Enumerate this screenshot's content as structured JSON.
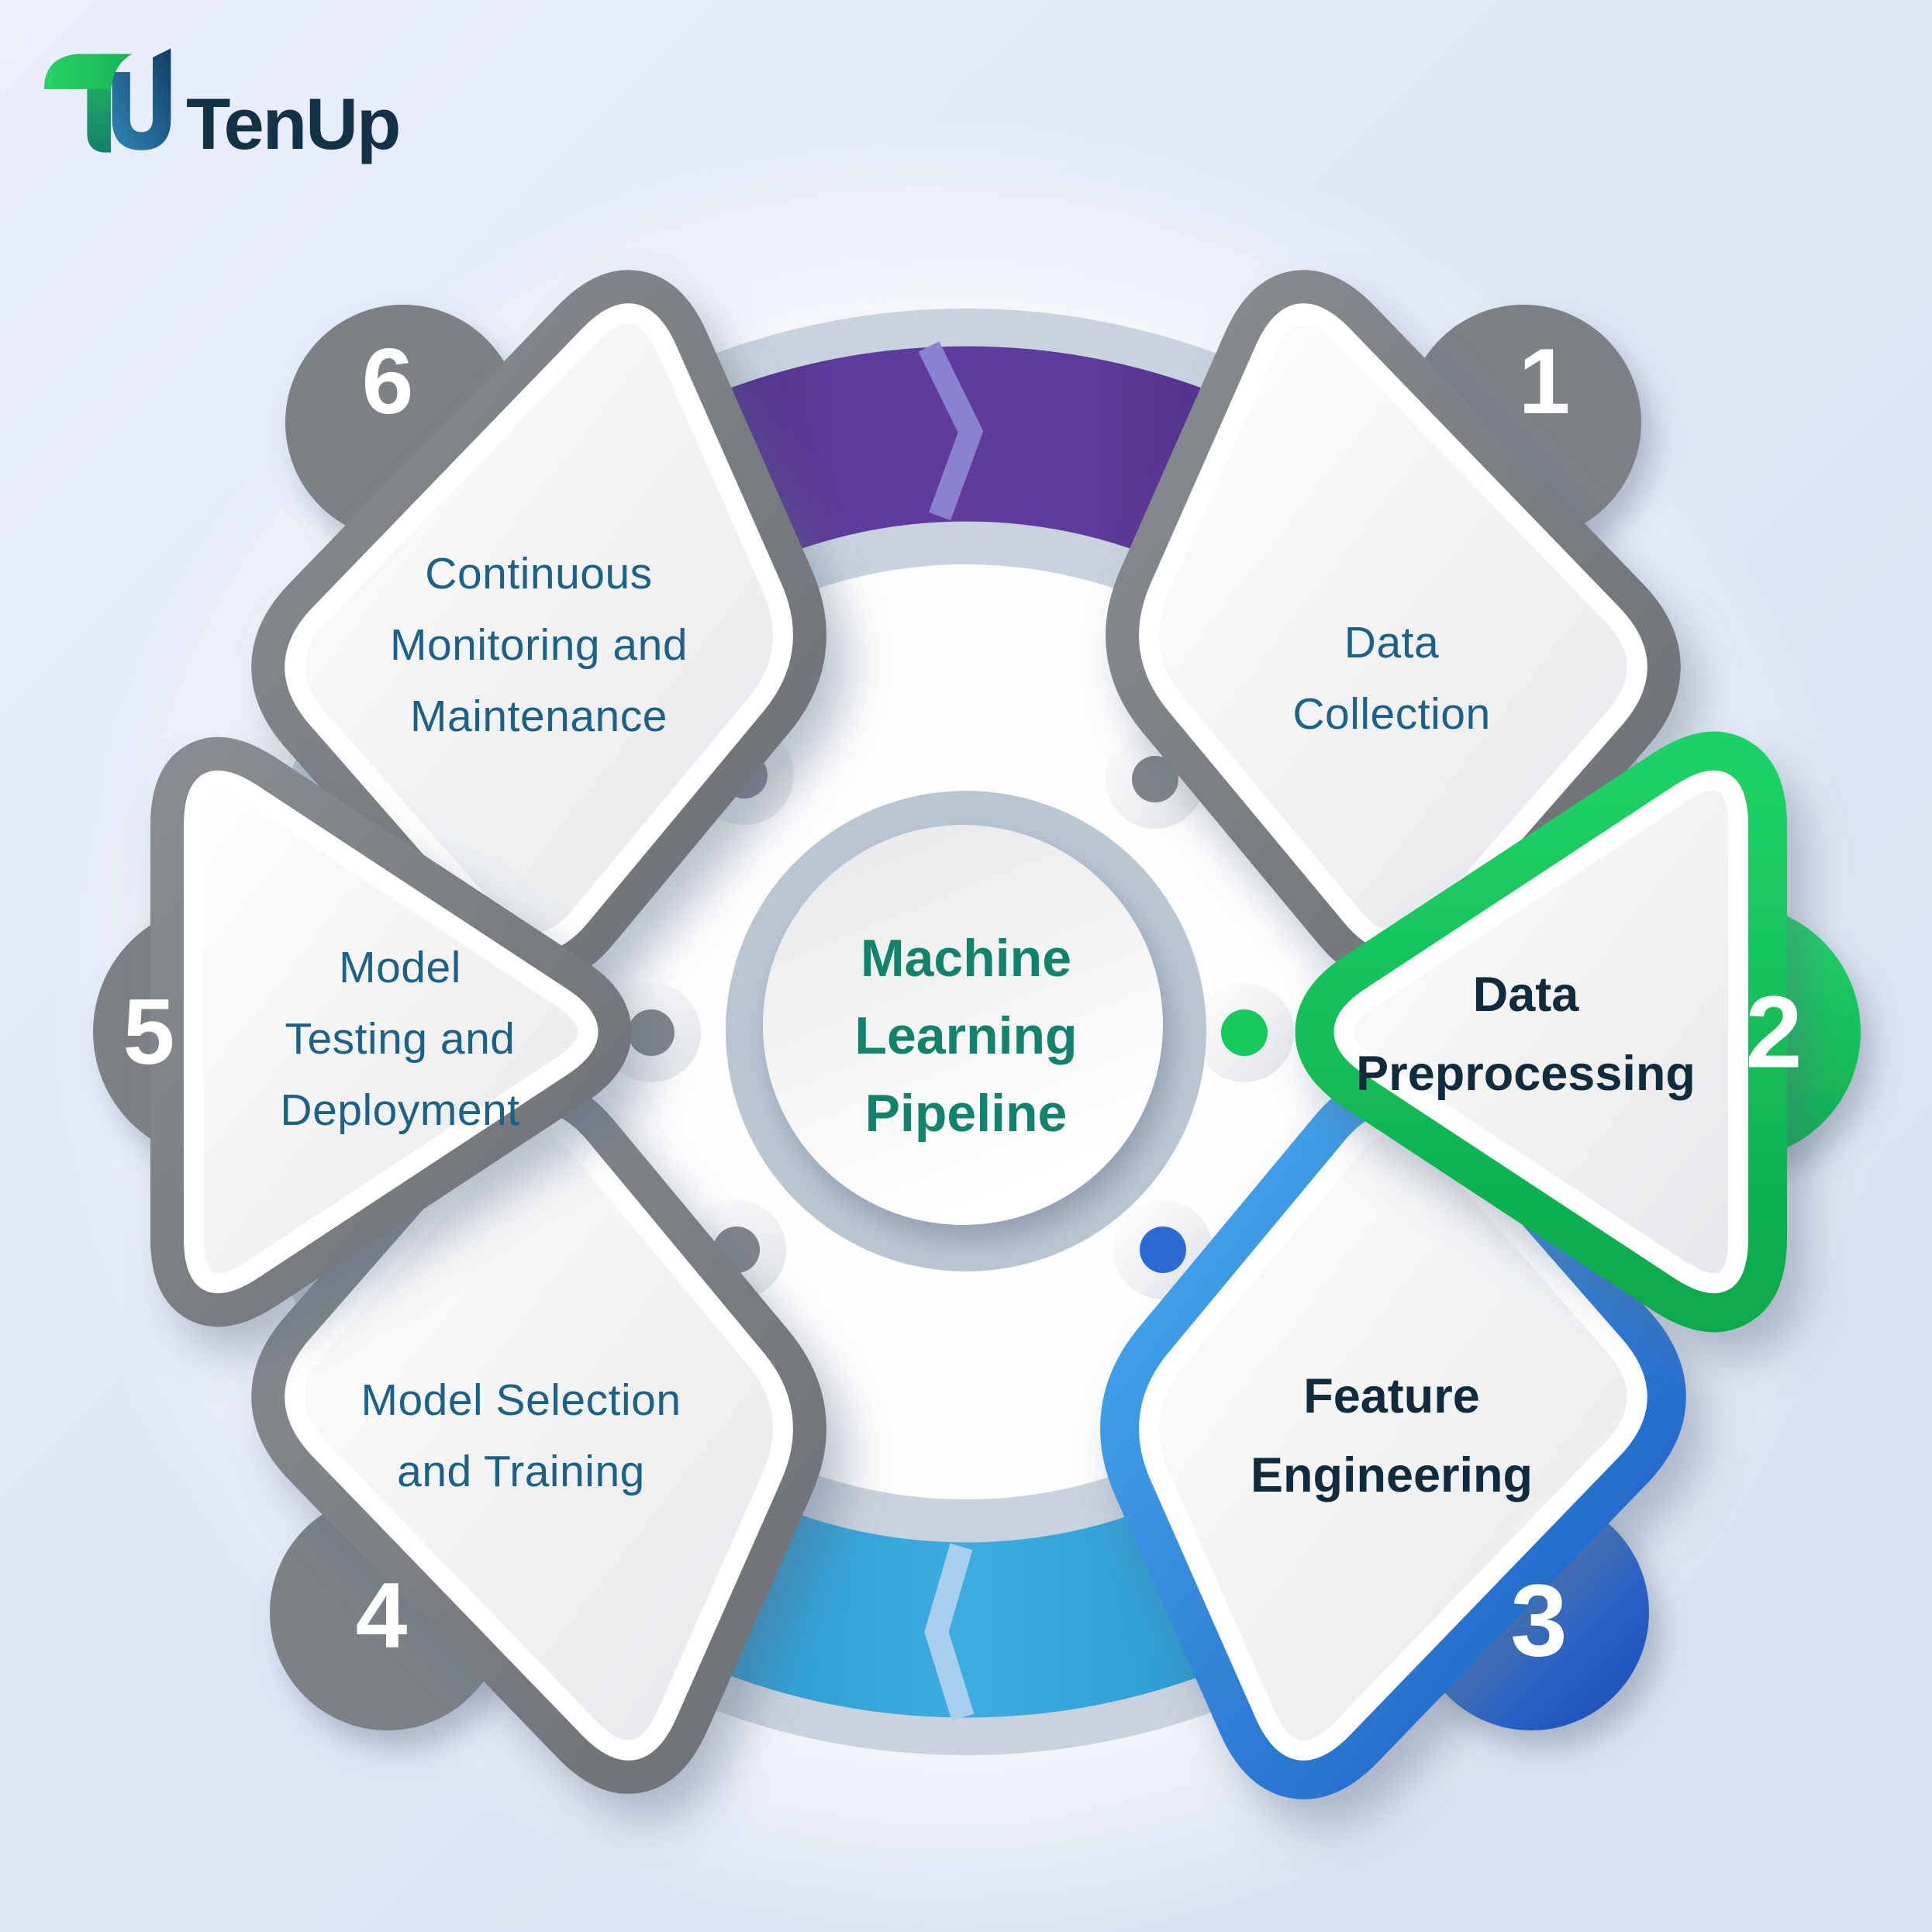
{
  "meta": {
    "type": "infographic",
    "subject": "Machine Learning Pipeline"
  },
  "logo": {
    "brand": "TenUp",
    "mark": "tenup-monogram-icon"
  },
  "center": {
    "title": "Machine\nLearning\nPipeline",
    "text_color": "#13826b"
  },
  "nodes": [
    {
      "number": "1",
      "label": "Data\nCollection",
      "accent": "#7c8185",
      "highlighted": false
    },
    {
      "number": "2",
      "label": "Data\nPreprocessing",
      "accent": "#12c95c",
      "highlighted": true
    },
    {
      "number": "3",
      "label": "Feature\nEngineering",
      "accent": "#2e72d2",
      "highlighted": true
    },
    {
      "number": "4",
      "label": "Model Selection\nand Training",
      "accent": "#7c8185",
      "highlighted": false
    },
    {
      "number": "5",
      "label": "Model\nTesting and\nDeployment",
      "accent": "#7c8185",
      "highlighted": false
    },
    {
      "number": "6",
      "label": "Continuous\nMonitoring and\nMaintenance",
      "accent": "#7c8185",
      "highlighted": false
    }
  ],
  "ring": {
    "segment_colors": {
      "top_arc_purple": "#5f3b9b",
      "bottom_arc_cyan": "#2d9fd4",
      "connector_indigo": "#4b52aa",
      "connector_blue": "#3c7ac0",
      "base_gray": "#c9d3dd"
    }
  },
  "dots": {
    "top_left": "#7f8488",
    "top_right": "#7f8488",
    "right": "#17c95d",
    "bottom_right": "#2d6bd4",
    "bottom_left": "#7f8488",
    "left": "#7f8488"
  },
  "colors": {
    "background": "#dde5f4",
    "panel_text": "#1e6186",
    "highlight_text": "#112a3c",
    "center_ring": "#b9c7d3"
  }
}
